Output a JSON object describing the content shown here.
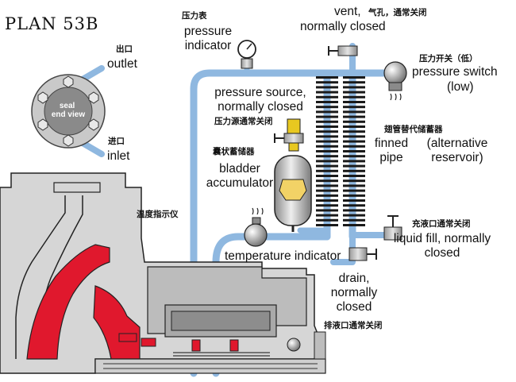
{
  "title": "PLAN 53B",
  "labels": {
    "pressure_indicator_cn": "压力表",
    "pressure_indicator": "pressure indicator",
    "vent_line1": "vent,",
    "vent_cn": "气孔，通常关闭",
    "vent_line2": "normally closed",
    "outlet_cn": "出口",
    "outlet": "outlet",
    "inlet_cn": "进口",
    "inlet": "inlet",
    "seal_end_view": "seal end view",
    "pressure_switch_cn": "压力开关（低）",
    "pressure_switch": "pressure switch",
    "pressure_switch_low": "(low)",
    "pressure_source": "pressure source, normally closed",
    "pressure_source_cn": "压力源通常关闭",
    "finned_pipe_cn": "翅管替代储蓄器",
    "finned_pipe": "finned pipe",
    "alternative_reservoir": "(alternative reservoir)",
    "bladder_accumulator_cn": "囊状蓄储器",
    "bladder_accumulator": "bladder accumulator",
    "temperature_indicator_cn": "温度指示仪",
    "temperature_indicator": "temperature indicator",
    "liquid_fill_cn": "充液口通常关闭",
    "liquid_fill": "liquid fill, normally closed",
    "drain": "drain, normally closed",
    "drain_cn": "排液口通常关闭"
  },
  "colors": {
    "pipe": "#8fb8e0",
    "pump_body": "#d6d6d6",
    "seal_red": "#e0182d",
    "accumulator": "#c8c8c8",
    "fin": "#1a1a1a"
  }
}
